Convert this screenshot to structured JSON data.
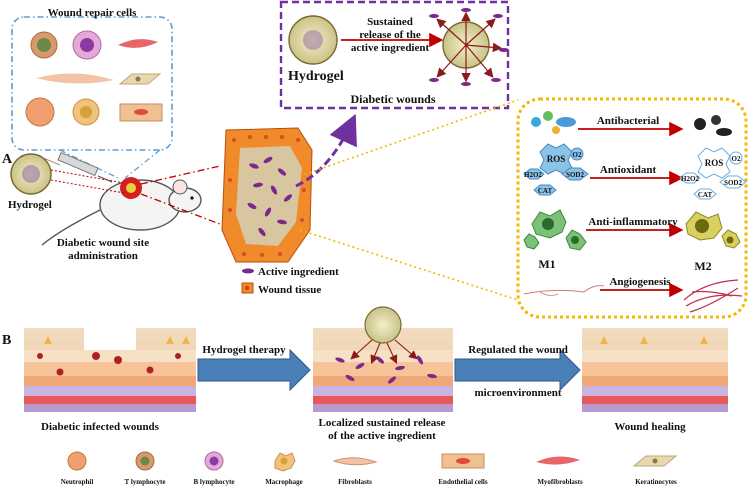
{
  "panel_a": {
    "label": "A",
    "repair_cells_title": "Wound repair cells",
    "hydrogel_label": "Hydrogel",
    "site_admin_line1": "Diabetic wound site",
    "site_admin_line2": "administration",
    "release_line1": "Sustained",
    "release_line2": "release of the",
    "release_line3": "active ingredient",
    "hydrogel_box_label": "Hydrogel",
    "diabetic_wounds": "Diabetic wounds",
    "legend_active": "Active ingredient",
    "legend_tissue": "Wound tissue",
    "effects": {
      "antibacterial": "Antibacterial",
      "antioxidant": "Antioxidant",
      "anti_inflammatory": "Anti-inflammatory",
      "angiogenesis": "Angiogenesis",
      "m1": "M1",
      "m2": "M2",
      "ros": "ROS",
      "o2": "O2",
      "h2o2": "H2O2",
      "sod2": "SOD2",
      "cat": "CAT"
    }
  },
  "panel_b": {
    "label": "B",
    "therapy": "Hydrogel therapy",
    "regulated_line1": "Regulated the wound",
    "regulated_line2": "microenvironment",
    "infected": "Diabetic infected wounds",
    "localized_line1": "Localized sustained release",
    "localized_line2": "of the active ingredient",
    "healing": "Wound healing"
  },
  "cell_legend": [
    "Neutrophil",
    "T lymphocyte",
    "B lymphocyte",
    "Macrophage",
    "Fibroblasts",
    "Endothelial cells",
    "Myofibroblasts",
    "Keratinocytes"
  ],
  "colors": {
    "blue_dash": "#5b9bd5",
    "purple_dash": "#7030a0",
    "orange_dash": "#f5b800",
    "arrow_blue": "#4a7fb8",
    "red": "#c00000"
  }
}
